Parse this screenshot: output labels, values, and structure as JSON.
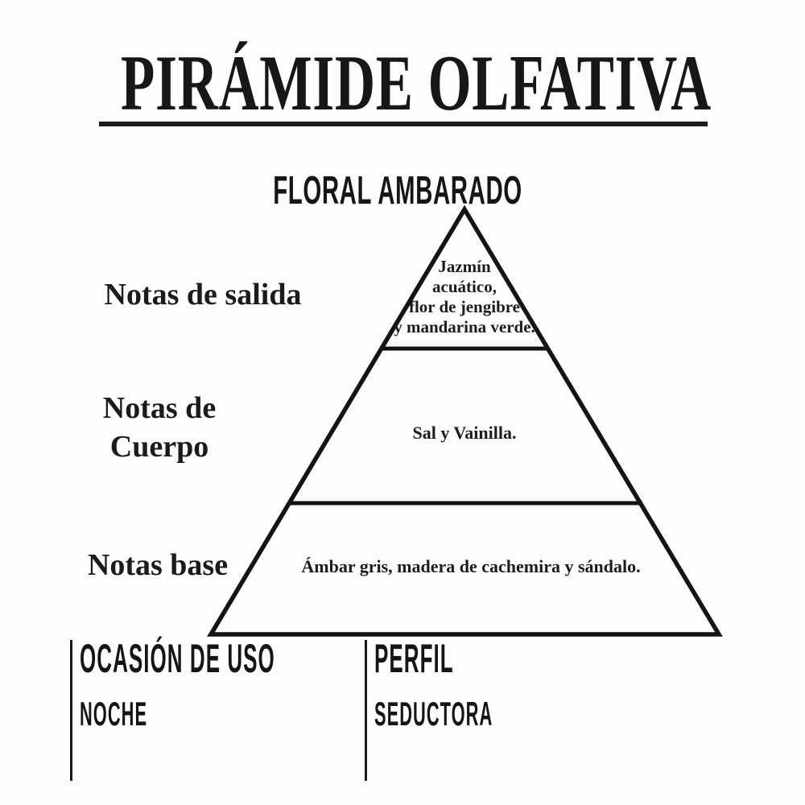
{
  "colors": {
    "background": "#fdfdfd",
    "ink": "#1a1a1a"
  },
  "header": {
    "title": "PIRÁMIDE OLFATIVA"
  },
  "fragrance_family": "FLORAL AMBARADO",
  "pyramid": {
    "levels": [
      {
        "label": "Notas de salida",
        "notes_lines": [
          "Jazmín",
          "acuático,",
          "flor de jengibre",
          "y mandarina verde."
        ]
      },
      {
        "label_lines": [
          "Notas de",
          "Cuerpo"
        ],
        "notes": "Sal y Vainilla."
      },
      {
        "label": "Notas base",
        "notes": "Ámbar gris, madera de cachemira y sándalo."
      }
    ]
  },
  "details": [
    {
      "heading": "OCASIÓN DE USO",
      "value": "NOCHE"
    },
    {
      "heading": "PERFIL",
      "value": "SEDUCTORA"
    }
  ]
}
